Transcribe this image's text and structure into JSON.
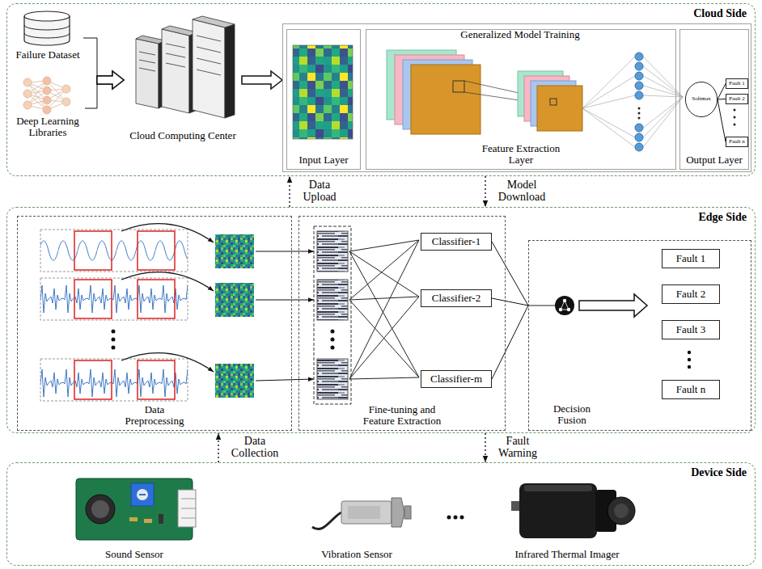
{
  "diagram": {
    "nodes": [
      {
        "text": [
          "Cloud Side"
        ]
      },
      {
        "text": [
          "Failure Dataset"
        ],
        "in": 0
      },
      {
        "text": [
          "Deep Learning Libraries"
        ],
        "in": 0
      },
      {
        "text": [
          "Cloud Computing Center"
        ],
        "in": 0
      },
      {
        "text": [
          "Generalized Model Training"
        ],
        "in": 0
      },
      {
        "text": [
          "Input Layer"
        ],
        "in": 4
      },
      {
        "text": [
          "Feature Extraction Layer"
        ],
        "in": 4
      },
      {
        "text": [
          "Output Layer"
        ],
        "in": 4
      },
      {
        "text": [
          "Softmax"
        ],
        "in": 7
      },
      {
        "text": [
          "Fault 1"
        ],
        "in": 7
      },
      {
        "text": [
          "Fault 2"
        ],
        "in": 7
      },
      {
        "text": [
          "Fault n"
        ],
        "in": 7
      },
      {
        "text": [
          "Edge Side"
        ]
      },
      {
        "text": [
          "Data Preprocessing"
        ],
        "in": 12
      },
      {
        "text": [
          "Fine-tuning and Feature Extraction"
        ],
        "in": 12
      },
      {
        "text": [
          "Classifier-1"
        ],
        "in": 14
      },
      {
        "text": [
          "Classifier-2"
        ],
        "in": 14
      },
      {
        "text": [
          "Classifier-m"
        ],
        "in": 14
      },
      {
        "text": [
          "Decision Fusion"
        ],
        "in": 12
      },
      {
        "text": [
          "Fault 1"
        ],
        "in": 18
      },
      {
        "text": [
          "Fault 2"
        ],
        "in": 18
      },
      {
        "text": [
          "Fault 3"
        ],
        "in": 18
      },
      {
        "text": [
          "Fault n"
        ],
        "in": 18
      },
      {
        "text": [
          "Device Side"
        ]
      },
      {
        "text": [
          "Sound Sensor"
        ],
        "in": 23
      },
      {
        "text": [
          "Vibration Sensor"
        ],
        "in": 23
      },
      {
        "text": [
          "Infrared Thermal Imager"
        ],
        "in": 23
      }
    ],
    "edges": [
      {
        "from": 1,
        "to": 3,
        "arrow": "to"
      },
      {
        "from": 2,
        "to": 3,
        "arrow": "to"
      },
      {
        "from": 3,
        "to": 4,
        "arrow": "to"
      },
      {
        "from": 8,
        "to": 9,
        "arrow": "none"
      },
      {
        "from": 8,
        "to": 10,
        "arrow": "none"
      },
      {
        "from": 8,
        "to": 11,
        "arrow": "none"
      },
      {
        "from": 12,
        "to": 0,
        "label": "Data Upload",
        "arrow": "to"
      },
      {
        "from": 0,
        "to": 12,
        "label": "Model Download",
        "arrow": "to"
      },
      {
        "from": 15,
        "to": 18,
        "arrow": "none"
      },
      {
        "from": 16,
        "to": 18,
        "arrow": "none"
      },
      {
        "from": 17,
        "to": 18,
        "arrow": "none"
      },
      {
        "from": 23,
        "to": 12,
        "label": "Data Collection",
        "arrow": "to"
      },
      {
        "from": 12,
        "to": 23,
        "label": "Fault Warning",
        "arrow": "to"
      }
    ]
  }
}
